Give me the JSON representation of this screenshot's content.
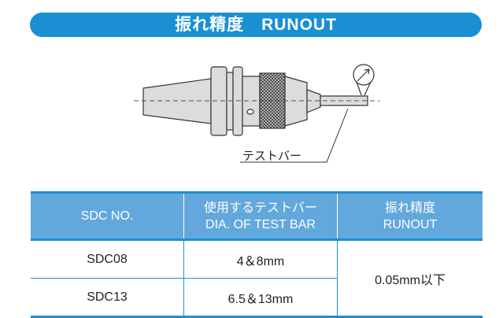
{
  "banner": {
    "title": "振れ精度　RUNOUT"
  },
  "diagram": {
    "test_bar_label": "テストバー",
    "gauge_icon": "dial-gauge-icon"
  },
  "table": {
    "headers": [
      {
        "line1": "SDC NO.",
        "line2": ""
      },
      {
        "line1": "使用するテストバー",
        "line2": "DIA. OF TEST BAR"
      },
      {
        "line1": "振れ精度",
        "line2": "RUNOUT"
      }
    ],
    "rows": [
      {
        "model": "SDC08",
        "dia": "4＆8mm"
      },
      {
        "model": "SDC13",
        "dia": "6.5＆13mm"
      }
    ],
    "runout": "0.05mm以下"
  },
  "colors": {
    "banner": "#1a8fd3",
    "header": "#62a8dc"
  }
}
